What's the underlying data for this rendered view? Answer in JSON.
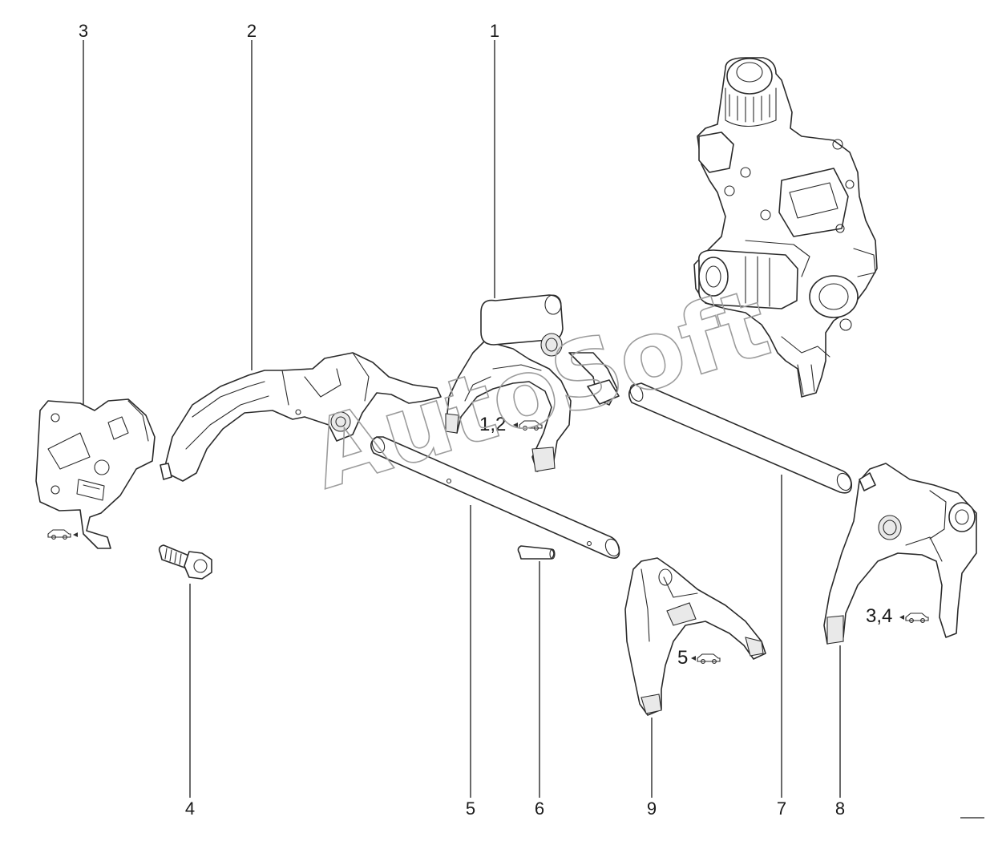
{
  "diagram": {
    "callouts": [
      "1",
      "2",
      "3",
      "4",
      "5",
      "6",
      "7",
      "8",
      "9"
    ],
    "gear_labels": {
      "fork_1": "1,2",
      "fork_8": "3,4",
      "fork_9": "5"
    },
    "watermark": "AutoSoft"
  },
  "icons": {
    "gear_selector": "car-arrow-icon"
  }
}
